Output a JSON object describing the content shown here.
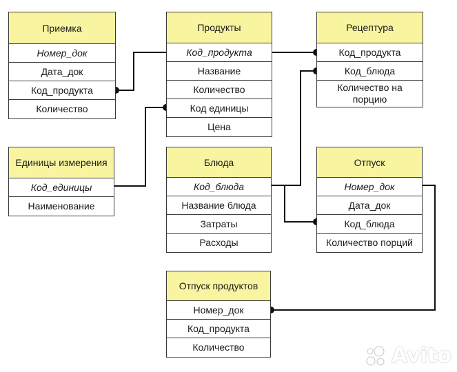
{
  "entities": {
    "priemka": {
      "title": "Приемка",
      "fields": [
        "Номер_док",
        "Дата_док",
        "Код_продукта",
        "Количество"
      ]
    },
    "produkty": {
      "title": "Продукты",
      "fields": [
        "Код_продукта",
        "Название",
        "Количество",
        "Код единицы",
        "Цена"
      ]
    },
    "receptura": {
      "title": "Рецептура",
      "fields": [
        "Код_продукта",
        "Код_блюда",
        "Количество на порцию"
      ]
    },
    "edinicy": {
      "title": "Единицы измерения",
      "fields": [
        "Код_единицы",
        "Наименование"
      ]
    },
    "blyuda": {
      "title": "Блюда",
      "fields": [
        "Код_блюда",
        "Название блюда",
        "Затраты",
        "Расходы"
      ]
    },
    "otpusk": {
      "title": "Отпуск",
      "fields": [
        "Номер_док",
        "Дата_док",
        "Код_блюда",
        "Количество порций"
      ]
    },
    "otpusk_produktov": {
      "title": "Отпуск продуктов",
      "fields": [
        "Номер_док",
        "Код_продукта",
        "Количество"
      ]
    }
  },
  "watermark": {
    "text": "Avito",
    "icon": "avito-logo-icon"
  },
  "colors": {
    "header_fill": "#f8f4a0",
    "border": "#3a3a3a",
    "line": "#111111"
  }
}
